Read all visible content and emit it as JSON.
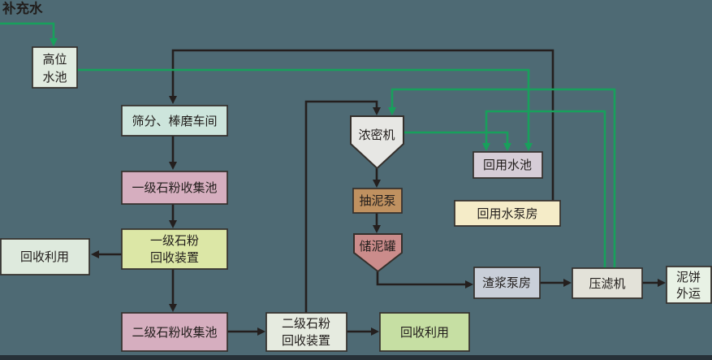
{
  "colors": {
    "background": "#4e6a74",
    "line_black": "#241f1e",
    "line_green": "#18a05c",
    "border": "#35302c",
    "text": "#211d1b",
    "bottom_edge": "#273138"
  },
  "nodes": {
    "makeup_water": {
      "label": "补充水"
    },
    "high_pool": {
      "line1": "高位",
      "line2": "水池",
      "fill": "#e1ebe0"
    },
    "screening": {
      "label": "筛分、棒磨车间",
      "fill": "#cde5dc"
    },
    "collect1": {
      "label": "一级石粉收集池",
      "fill": "#d6aebf"
    },
    "recovery1": {
      "line1": "一级石粉",
      "line2": "回收装置",
      "fill": "#dce7a6"
    },
    "reuse_left": {
      "label": "回收利用",
      "fill": "#deeadd"
    },
    "collect2": {
      "label": "二级石粉收集池",
      "fill": "#d6aebf"
    },
    "recovery2": {
      "line1": "二级石粉",
      "line2": "回收装置",
      "fill": "#e6ebe0"
    },
    "reuse_bottom": {
      "label": "回收利用",
      "fill": "#c6dfa3"
    },
    "thickener": {
      "label": "浓密机",
      "fill": "#e7e7e4"
    },
    "mud_pump": {
      "label": "抽泥泵",
      "fill": "#bf9160"
    },
    "mud_tank": {
      "label": "储泥罐",
      "fill": "#cb8c8b"
    },
    "reuse_pool": {
      "label": "回用水池",
      "fill": "#d6cdd7"
    },
    "reuse_pump_house": {
      "label": "回用水泵房",
      "fill": "#f5ecc8"
    },
    "slurry_pump_house": {
      "label": "渣浆泵房",
      "fill": "#c9cfd9"
    },
    "filter_press": {
      "label": "压滤机",
      "fill": "#e3e2d9"
    },
    "mud_cake": {
      "line1": "泥饼",
      "line2": "外运",
      "fill": "#e8f2e5"
    }
  }
}
